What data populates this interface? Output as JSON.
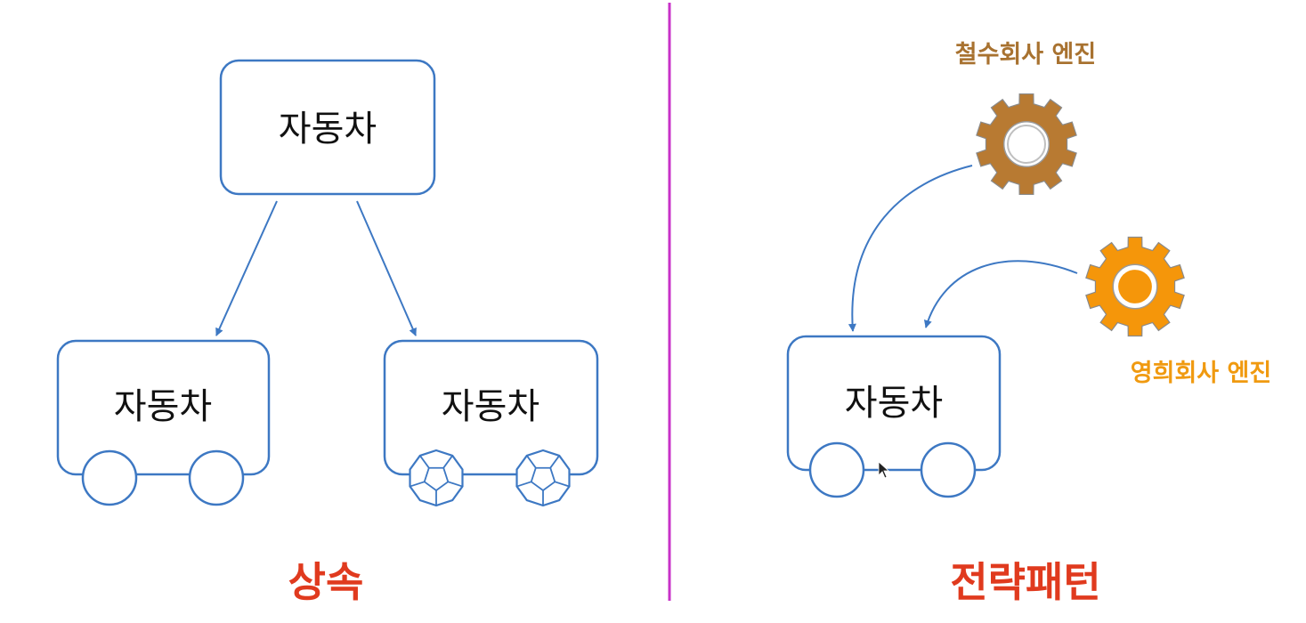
{
  "colors": {
    "box_stroke": "#3d78c3",
    "divider": "#c832c8",
    "caption": "#e03a1e",
    "gear_brown": "#b87a32",
    "gear_brown_label": "#a87230",
    "gear_orange": "#f5960a",
    "gear_orange_label": "#f09a10"
  },
  "left_panel": {
    "parent_label": "자동차",
    "child_plain_label": "자동차",
    "child_polygon_label": "자동차",
    "caption": "상속"
  },
  "right_panel": {
    "car_label": "자동차",
    "engine_a_label": "철수회사 엔진",
    "engine_b_label": "영희회사 엔진",
    "caption": "전략패턴"
  },
  "icons": {
    "plain_wheel": "circle-wheel-icon",
    "polygon_wheel": "dodecahedron-wheel-icon",
    "engine": "gear-icon",
    "cursor": "mouse-pointer-icon"
  }
}
